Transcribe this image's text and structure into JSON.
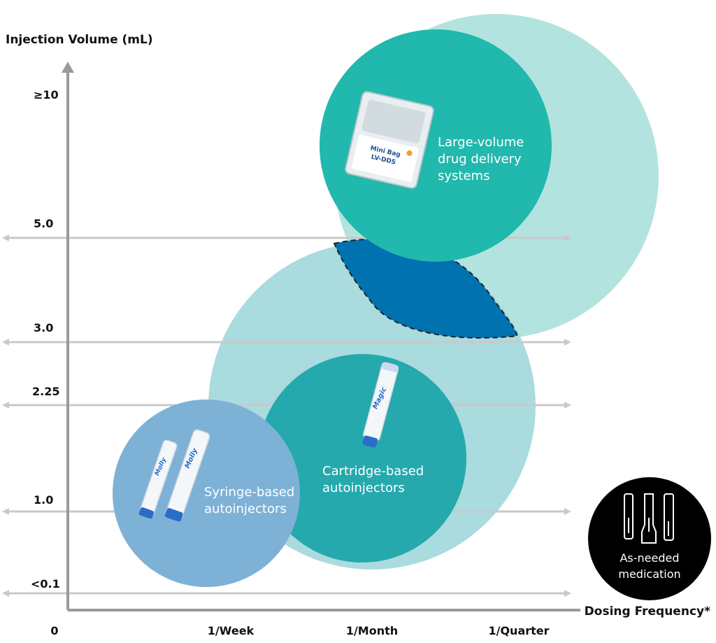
{
  "y_axis_title": "Injection Volume (mL)",
  "x_axis_title": "Dosing Frequency*",
  "y_ticks": [
    "≥10",
    "5.0",
    "3.0",
    "2.25",
    "1.0",
    "<0.1"
  ],
  "x_ticks": [
    "0",
    "1/Week",
    "1/Month",
    "1/Quarter"
  ],
  "bubbles": {
    "large_volume": {
      "lines": [
        "Large-volume",
        "drug delivery",
        "systems"
      ],
      "device_text": [
        "Mini Bag",
        "LV-DDS"
      ]
    },
    "cartridge": {
      "lines": [
        "Cartridge-based",
        "autoinjectors"
      ],
      "device_text": "Magic"
    },
    "syringe": {
      "lines": [
        "Syringe-based",
        "autoinjectors"
      ],
      "device_text": [
        "Molly",
        "Molly"
      ]
    },
    "as_needed": {
      "lines": [
        "As-needed",
        "medication"
      ]
    }
  },
  "colors": {
    "light_teal": "#b3e3df",
    "teal_dark": "#21b8ad",
    "teal_mid": "#25a9ad",
    "pale_teal": "#aadbdf",
    "syringe_blue": "#7eb1d6",
    "overlap_blue": "#0072b0",
    "black": "#000000",
    "axis_gray": "#9a9a9a"
  }
}
